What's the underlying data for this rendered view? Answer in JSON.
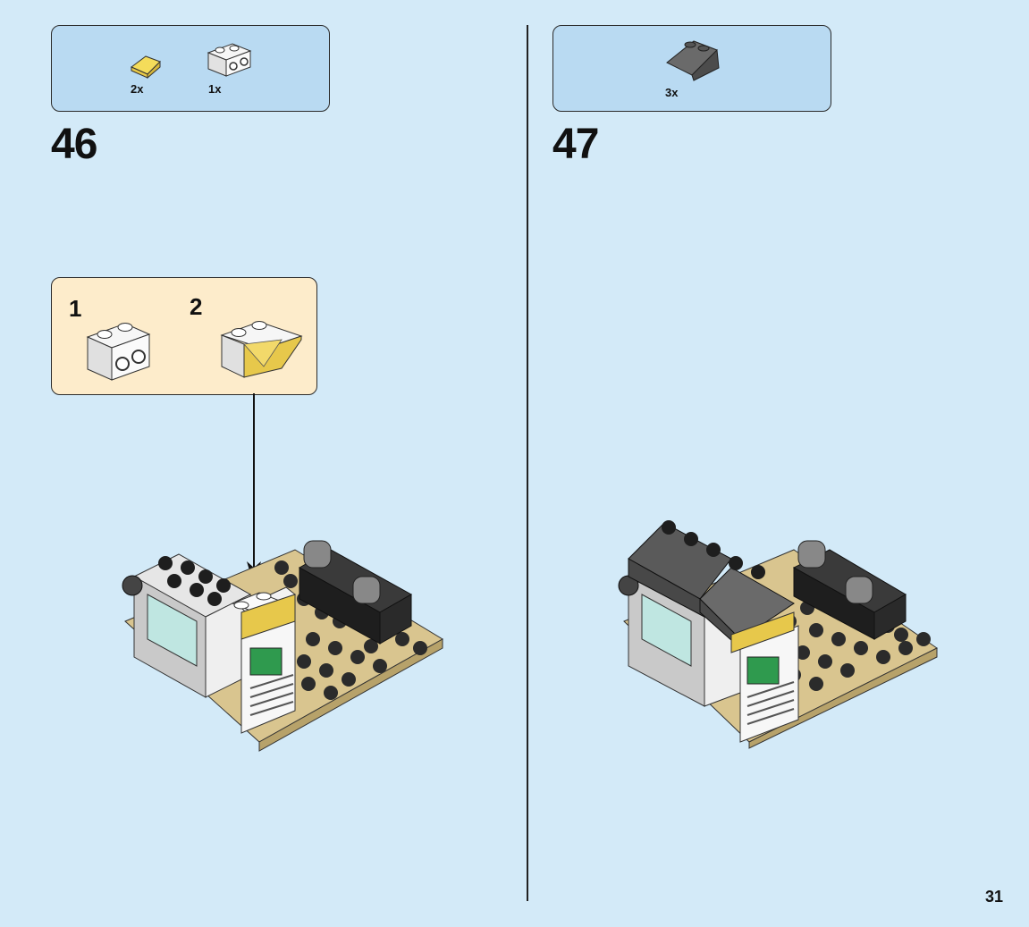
{
  "steps": [
    {
      "number": "46",
      "parts": [
        {
          "qty": "2x",
          "part": "yellow-transparent-slope-1x2"
        },
        {
          "qty": "1x",
          "part": "white-brick-1x2-studs-side"
        }
      ]
    },
    {
      "number": "47",
      "parts": [
        {
          "qty": "3x",
          "part": "dark-grey-slope-2x2"
        }
      ]
    }
  ],
  "substeps": [
    {
      "label": "1"
    },
    {
      "label": "2"
    }
  ],
  "page_number": "31",
  "colors": {
    "background": "#d3eaf8",
    "parts_box": "#b9daf2",
    "substep_box": "#fdeccb",
    "tan_plate": "#d9c58f",
    "dark_grey": "#5a5a5a",
    "black": "#1e1e1e"
  }
}
